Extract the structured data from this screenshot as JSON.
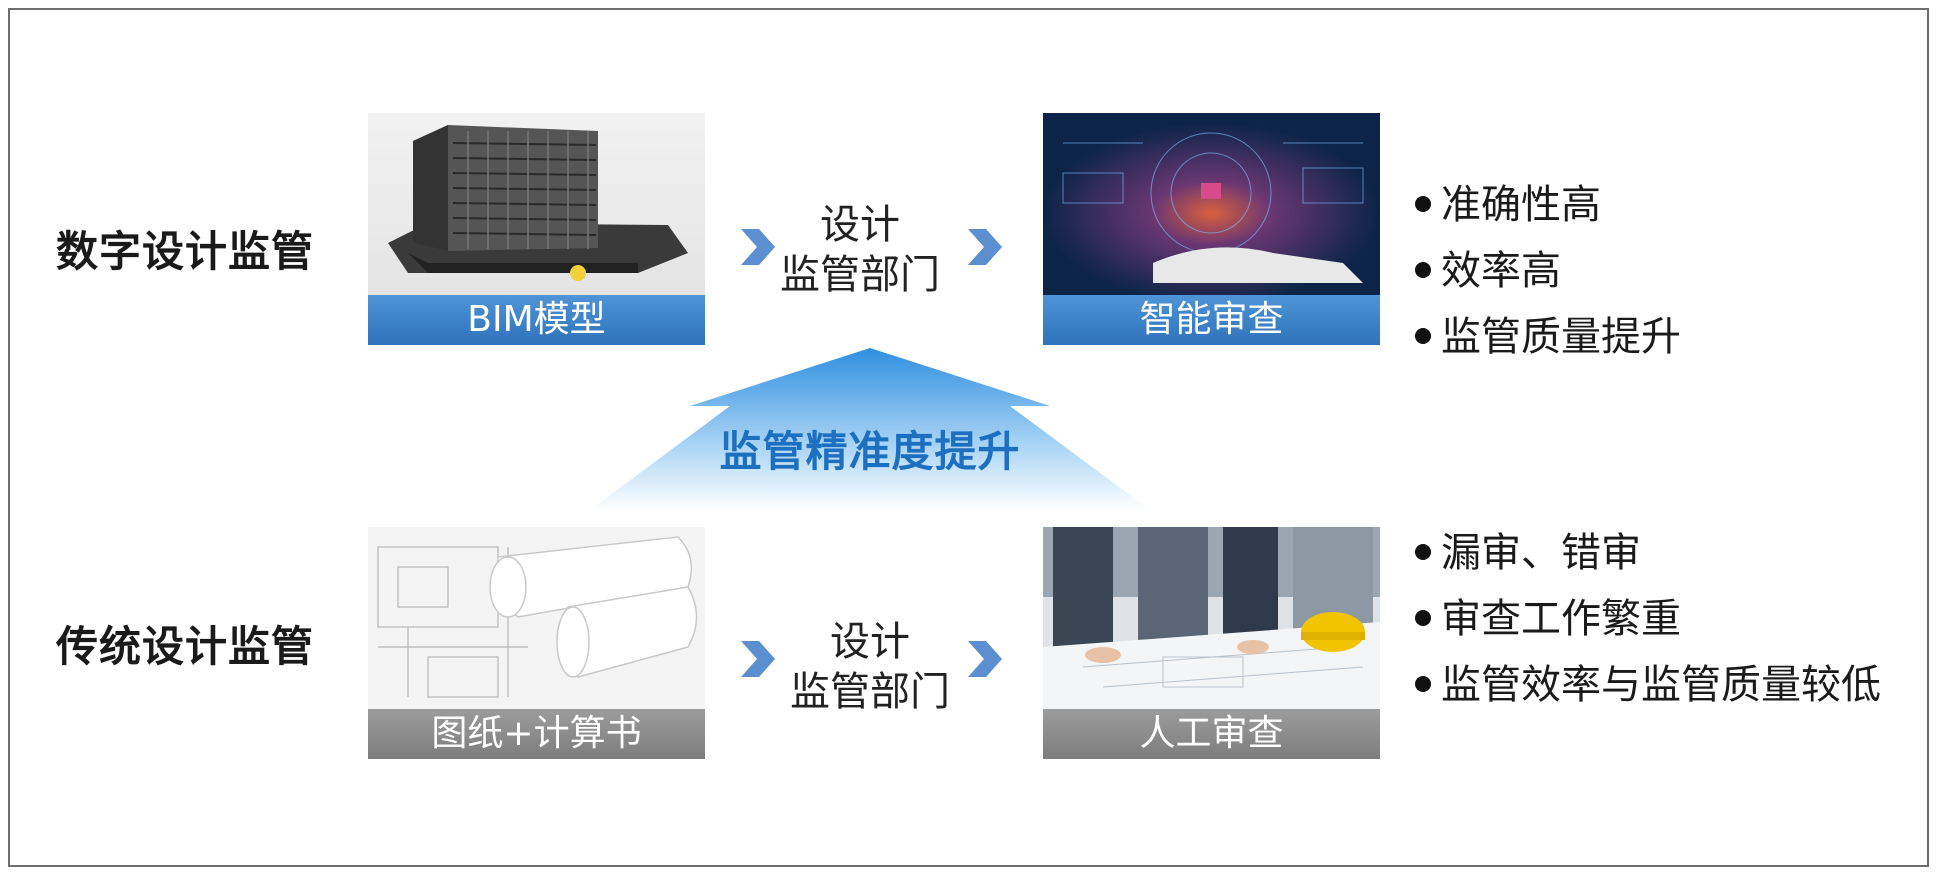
{
  "rows": {
    "digital": {
      "title": "数字设计监管",
      "input_caption": "BIM模型",
      "department": [
        "设计",
        "监管部门"
      ],
      "output_caption": "智能审查",
      "bullets": [
        "准确性高",
        "效率高",
        "监管质量提升"
      ]
    },
    "traditional": {
      "title": "传统设计监管",
      "input_caption": "图纸+计算书",
      "department": [
        "设计",
        "监管部门"
      ],
      "output_caption": "人工审查",
      "bullets": [
        "漏审、错审",
        "审查工作繁重",
        "监管效率与监管质量较低"
      ]
    }
  },
  "arrow_label": "监管精准度提升",
  "colors": {
    "caption_blue": "#2f72bb",
    "caption_gray": "#8a8a8a",
    "arrow_label": "#1d6fbf",
    "chevron": "#5b8fcf"
  },
  "icons": {
    "bim": "building-model-icon",
    "ai": "ai-hand-icon",
    "blueprint": "blueprint-icon",
    "manual": "people-reviewing-icon",
    "chevron": "chevron-right-icon"
  }
}
